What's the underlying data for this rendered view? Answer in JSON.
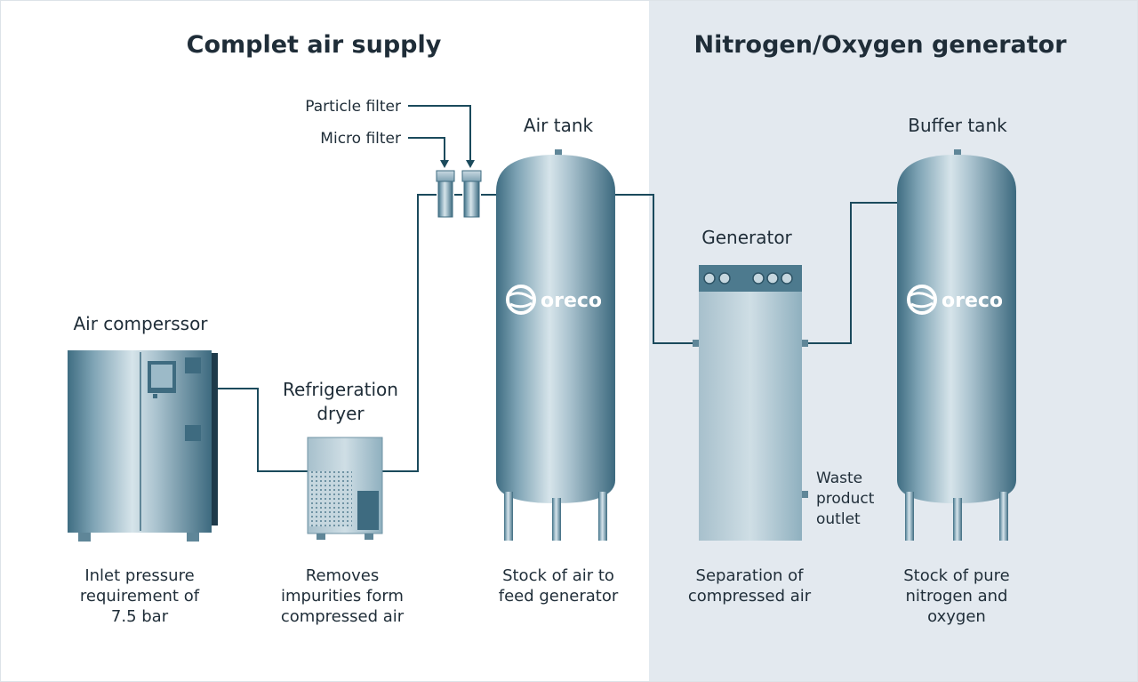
{
  "sections": {
    "left_title": "Complet air supply",
    "right_title": "Nitrogen/Oxygen generator"
  },
  "labels": {
    "particle_filter": "Particle filter",
    "micro_filter": "Micro filter",
    "air_tank": "Air tank",
    "buffer_tank": "Buffer tank",
    "generator": "Generator",
    "air_compressor": "Air comperssor",
    "dryer_line1": "Refrigeration",
    "dryer_line2": "dryer",
    "waste_line1": "Waste",
    "waste_line2": "product",
    "waste_line3": "outlet"
  },
  "captions": {
    "compressor": [
      "Inlet pressure",
      "requirement of",
      "7.5 bar"
    ],
    "dryer": [
      "Removes",
      "impurities form",
      "compressed air"
    ],
    "air_tank": [
      "Stock of air to",
      "feed generator"
    ],
    "generator": [
      "Separation of",
      "compressed air"
    ],
    "buffer_tank": [
      "Stock of pure",
      "nitrogen and",
      "oxygen"
    ]
  },
  "logo_text": "oreco",
  "colors": {
    "right_panel_bg": "#e3e9ef",
    "pipe": "#1b4a5c",
    "tank_dark": "#4d7a8e",
    "tank_light": "#d6e4ea"
  }
}
